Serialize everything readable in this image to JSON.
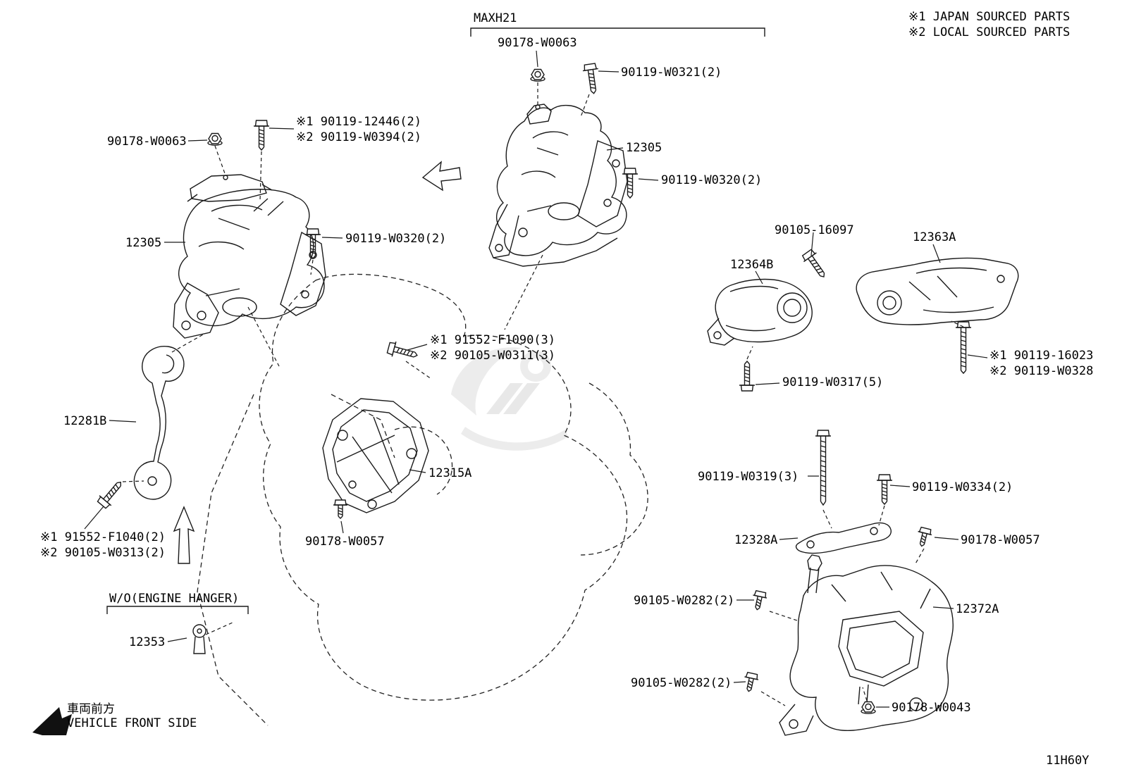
{
  "page": {
    "background": "#ffffff",
    "line_color": "#1a1a1a"
  },
  "header": {
    "assembly_code": "MAXH21",
    "note_1": "※1 JAPAN SOURCED PARTS",
    "note_2": "※2 LOCAL SOURCED PARTS"
  },
  "footer": {
    "drawing_code": "11H60Y",
    "vehicle_front_jp": "車両前方",
    "vehicle_front_en": "VEHICLE FRONT SIDE"
  },
  "callouts": [
    "90178-W0063",
    "90119-W0321(2)",
    "12305",
    "90119-W0320(2)",
    "90178-W0063",
    "※1 90119-12446(2)",
    "※2 90119-W0394(2)",
    "12305",
    "90119-W0320(2)",
    "90105-16097",
    "12363A",
    "12364B",
    "※1 91552-F1090(3)",
    "※2 90105-W0311(3)",
    "90119-W0317(5)",
    "※1 90119-16023",
    "※2 90119-W0328",
    "12281B",
    "12315A",
    "90119-W0319(3)",
    "90119-W0334(2)",
    "※1 91552-F1040(2)",
    "※2 90105-W0313(2)",
    "90178-W0057",
    "12328A",
    "90178-W0057",
    "W/O(ENGINE HANGER)",
    "90105-W0282(2)",
    "12372A",
    "12353",
    "90105-W0282(2)",
    "90178-W0043"
  ]
}
